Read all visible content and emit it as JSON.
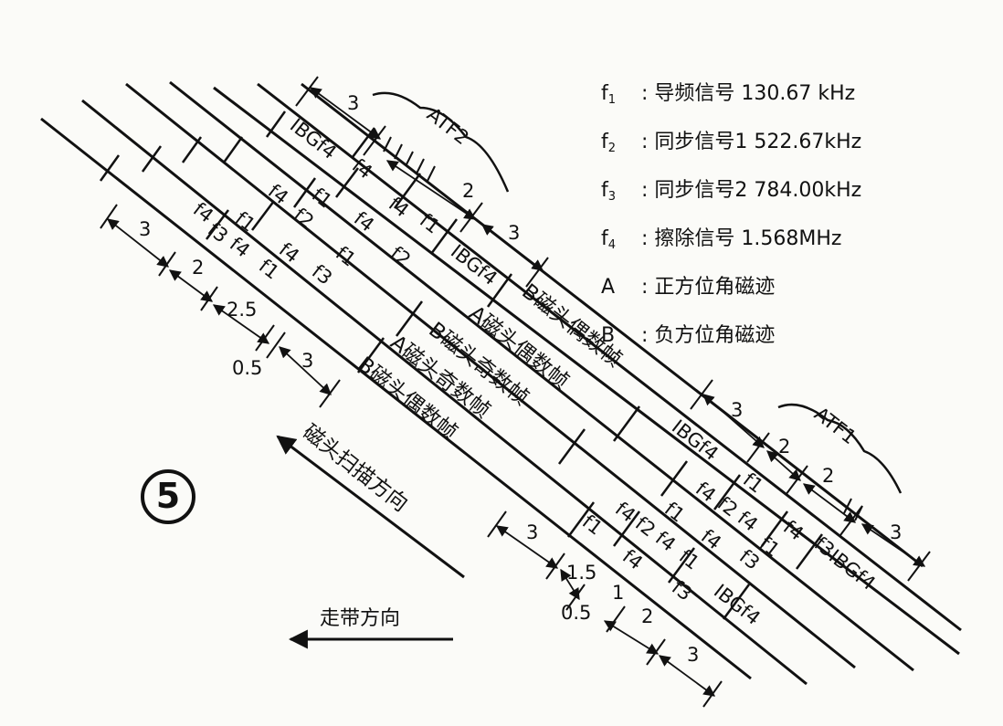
{
  "legend": [
    {
      "key": "f",
      "sub": "1",
      "text": ": 导频信号 130.67 kHz"
    },
    {
      "key": "f",
      "sub": "2",
      "text": ": 同步信号1   522.67kHz"
    },
    {
      "key": "f",
      "sub": "3",
      "text": ": 同步信号2   784.00kHz"
    },
    {
      "key": "f",
      "sub": "4",
      "text": ": 擦除信号   1.568MHz"
    },
    {
      "key": "A",
      "sub": "",
      "text": ": 正方位角磁迹"
    },
    {
      "key": "B",
      "sub": "",
      "text": ": 负方位角磁迹"
    }
  ],
  "figure_number": "5",
  "head_scan_direction": "磁头扫描方向",
  "tape_direction": "走带方向",
  "labels": {
    "atf2": "ATF2",
    "atf1": "ATF1",
    "ibgf4": "IBGf4",
    "f4": "f4",
    "f1": "f1",
    "f2": "f2",
    "f3": "f3",
    "track_b_even_1": "B磁头偶数帧",
    "track_a_even": "A磁头偶数帧",
    "track_b_odd": "B磁头奇数帧",
    "track_a_odd": "A磁头奇数帧",
    "track_b_even_2": "B磁头偶数帧"
  },
  "dimensions": {
    "upper_3": "3",
    "upper_2": "2",
    "upper_3b": "3",
    "left_3": "3",
    "left_2": "2",
    "left_2_5": "2.5",
    "left_0_5": "0.5",
    "left_3b": "3",
    "right_3": "3",
    "right_2": "2",
    "right_2b": "2",
    "right_3b": "3",
    "lower_3": "3",
    "lower_1_5": "1.5",
    "lower_0_5": "0.5",
    "lower_1": "1",
    "lower_2": "2",
    "lower_3b": "3"
  }
}
